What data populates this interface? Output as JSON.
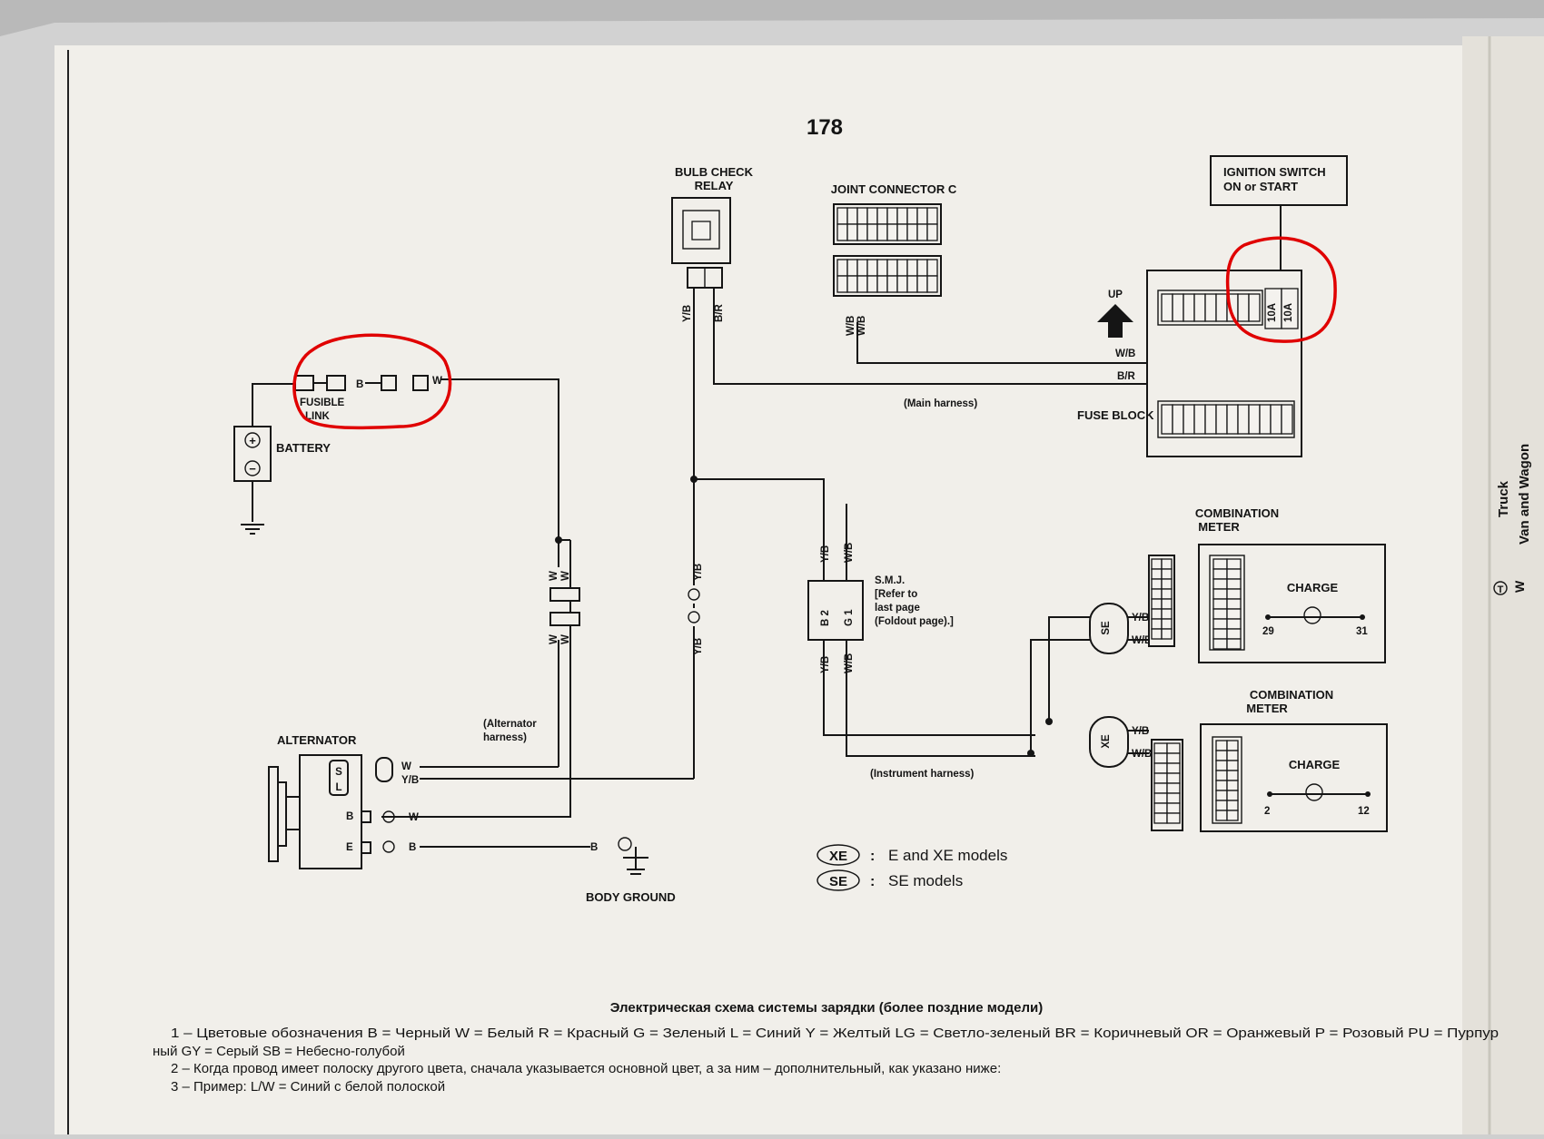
{
  "page_number": "178",
  "components": {
    "bulb_check_relay": [
      "BULB CHECK",
      "RELAY"
    ],
    "joint_connector": "JOINT CONNECTOR C",
    "ignition_switch": [
      "IGNITION SWITCH",
      "ON or START"
    ],
    "fuse_block": "FUSE BLOCK",
    "fuse_ratings": [
      "10A",
      "10A"
    ],
    "up_label": "UP",
    "fusible_link": [
      "FUSIBLE",
      "LINK"
    ],
    "battery": "BATTERY",
    "battery_plus": "+",
    "battery_minus": "−",
    "main_harness": "(Main harness)",
    "alternator_harness": [
      "(Alternator",
      "harness)"
    ],
    "instrument_harness": "(Instrument harness)",
    "alternator": "ALTERNATOR",
    "alternator_terminals": [
      "S",
      "L",
      "B",
      "E"
    ],
    "smj": [
      "S.M.J.",
      "[Refer to",
      "last page",
      "(Foldout page).]"
    ],
    "smj_pins": [
      "B 2",
      "G 1"
    ],
    "body_ground": "BODY GROUND",
    "combination_meter_se": {
      "title": [
        "COMBINATION",
        "METER"
      ],
      "lamp": "CHARGE",
      "pins": [
        "29",
        "31"
      ]
    },
    "combination_meter_xe": {
      "title": [
        "COMBINATION",
        "METER"
      ],
      "lamp": "CHARGE",
      "pins": [
        "2",
        "12"
      ]
    },
    "connector_se": "SE",
    "connector_xe": "XE",
    "wire_codes": {
      "w": "W",
      "yb": "Y/B",
      "br": "B/R",
      "wb": "W/B",
      "b": "B"
    },
    "legend": [
      {
        "code": "XE",
        "text": "E and XE models"
      },
      {
        "code": "SE",
        "text": "SE models"
      }
    ],
    "legend_colon": ":",
    "side_text": [
      "Truck",
      "Van and Wagon"
    ],
    "side_markers": [
      "W",
      "T"
    ]
  },
  "caption": {
    "title": "Электрическая схема системы зарядки (более поздние модели)",
    "line1": "1 – Цветовые обозначения B = Черный W = Белый R = Красный G = Зеленый L = Синий Y = Желтый LG = Светло-зеленый BR = Коричневый OR = Оранжевый P = Розовый PU = Пурпур",
    "line1b": "ный GY = Серый SB = Небесно-голубой",
    "line2": "2 – Когда провод имеет полоску другого цвета, сначала указывается основной цвет, а за ним – дополнительный, как указано ниже:",
    "line3": "3 – Пример: L/W = Синий с белой полоской"
  },
  "colors": {
    "paper": "#f1efea",
    "ink": "#151515",
    "highlight": "#e00000"
  }
}
